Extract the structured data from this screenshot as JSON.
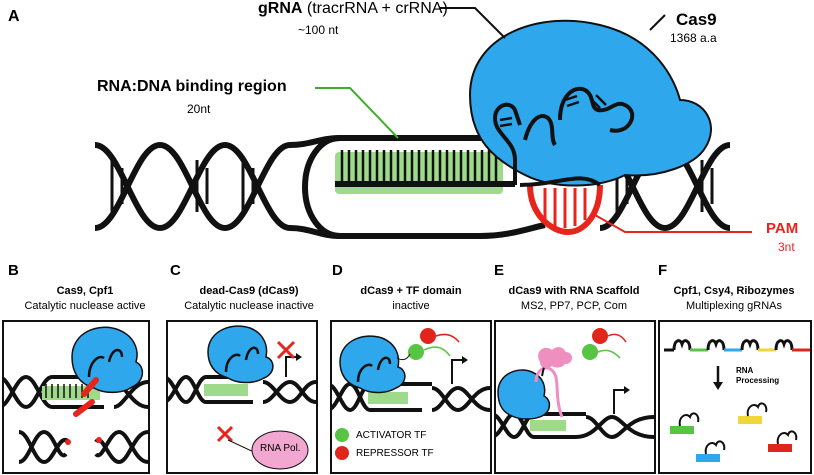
{
  "panel_a": {
    "letter": "A",
    "grna_bold": "gRNA",
    "grna_rest": " (tracrRNA + crRNA)",
    "grna_len": "~100 nt",
    "binding_title": "RNA:DNA binding region",
    "binding_len": "20nt",
    "cas9_title": "Cas9",
    "cas9_len": "1368 a.a",
    "pam_title": "PAM",
    "pam_len": "3nt"
  },
  "panels": [
    {
      "letter": "B",
      "title": "Cas9, Cpf1",
      "subtitle": "Catalytic nuclease active"
    },
    {
      "letter": "C",
      "title": "dead-Cas9 (dCas9)",
      "subtitle": "Catalytic nuclease inactive"
    },
    {
      "letter": "D",
      "title": "dCas9 + TF domain",
      "subtitle": "inactive"
    },
    {
      "letter": "E",
      "title": "dCas9 with RNA Scaffold",
      "subtitle": "MS2, PP7, PCP, Com"
    },
    {
      "letter": "F",
      "title": "Cpf1, Csy4, Ribozymes",
      "subtitle": "Multiplexing gRNAs"
    }
  ],
  "panel_c_label": "RNA Pol.",
  "panel_d_legend": {
    "activator": "ACTIVATOR TF",
    "repressor": "REPRESSOR TF"
  },
  "panel_f_label": "RNA\nProcessing",
  "colors": {
    "cas9": "#2ea7ec",
    "pam": "#e8251c",
    "green_highlight": "#9fd98a",
    "binding_line": "#3fae2a",
    "activator": "#57c443",
    "repressor": "#e0251c",
    "rna_pol": "#f1a7cf",
    "scaffold_pink": "#ef8fbf"
  },
  "icons": [
    "cas9-protein-icon",
    "grna-hairpin-icon",
    "dna-helix-icon",
    "cross-mark-icon",
    "arrow-icon"
  ]
}
